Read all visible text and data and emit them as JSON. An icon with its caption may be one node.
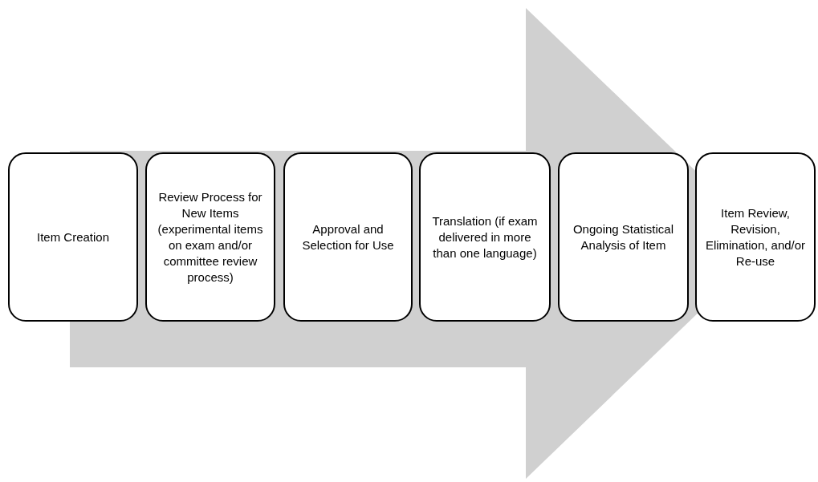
{
  "diagram": {
    "nodes": [
      {
        "text": [
          "Item Creation"
        ]
      },
      {
        "text": [
          "Review Process for New Items (experimental items on exam and/or committee review process)"
        ]
      },
      {
        "text": [
          "Approval and Selection for Use"
        ]
      },
      {
        "text": [
          "Translation (if exam delivered in more than one language)"
        ]
      },
      {
        "text": [
          "Ongoing Statistical Analysis of Item"
        ]
      },
      {
        "text": [
          "Item Review, Revision, Elimination, and/or Re-use"
        ]
      }
    ],
    "edges": [
      {
        "from": 0,
        "to": 5,
        "arrow": "to",
        "style": "thick"
      }
    ]
  }
}
